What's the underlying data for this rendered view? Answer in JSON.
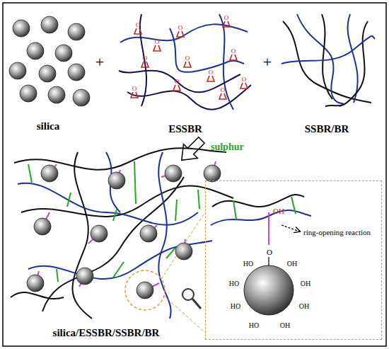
{
  "diagram": {
    "nodes": [
      {
        "text": [
          "OH",
          "ring-opening reaction",
          "O",
          "HO",
          "OH",
          "HO",
          "OH",
          "HO",
          "OH",
          "HO",
          "OH"
        ]
      }
    ],
    "labels": [
      "silica",
      "+",
      "ESSBR",
      "+",
      "SSBR/BR",
      "sulphur",
      "silica/ESSBR/SSBR/BR",
      "O",
      "O",
      "O",
      "O",
      "O",
      "O",
      "O",
      "O",
      "O",
      "O",
      "O",
      "O"
    ]
  }
}
